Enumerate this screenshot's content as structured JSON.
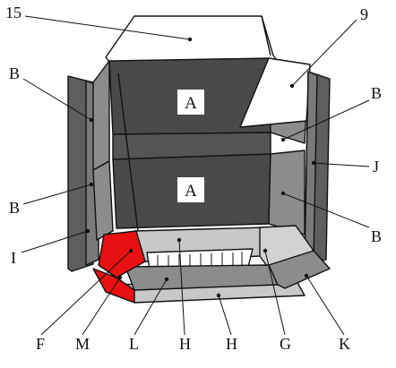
{
  "labels": {
    "top_left": "15",
    "top_right": "9",
    "left_upper": "B",
    "left_middle": "B",
    "left_lower": "I",
    "right_upper": "B",
    "right_middle": "J",
    "right_lower": "B",
    "plate_upper": "A",
    "plate_lower": "A",
    "bottom": [
      "F",
      "M",
      "L",
      "H",
      "H",
      "G",
      "K"
    ]
  },
  "colors": {
    "back_panel": "#4a4a4a",
    "side_panel": "#8c8c8c",
    "pillar": "#5e5e5e",
    "floor": "#c8c8c8",
    "highlight": "#e81010",
    "deflector": "#ffffff"
  }
}
